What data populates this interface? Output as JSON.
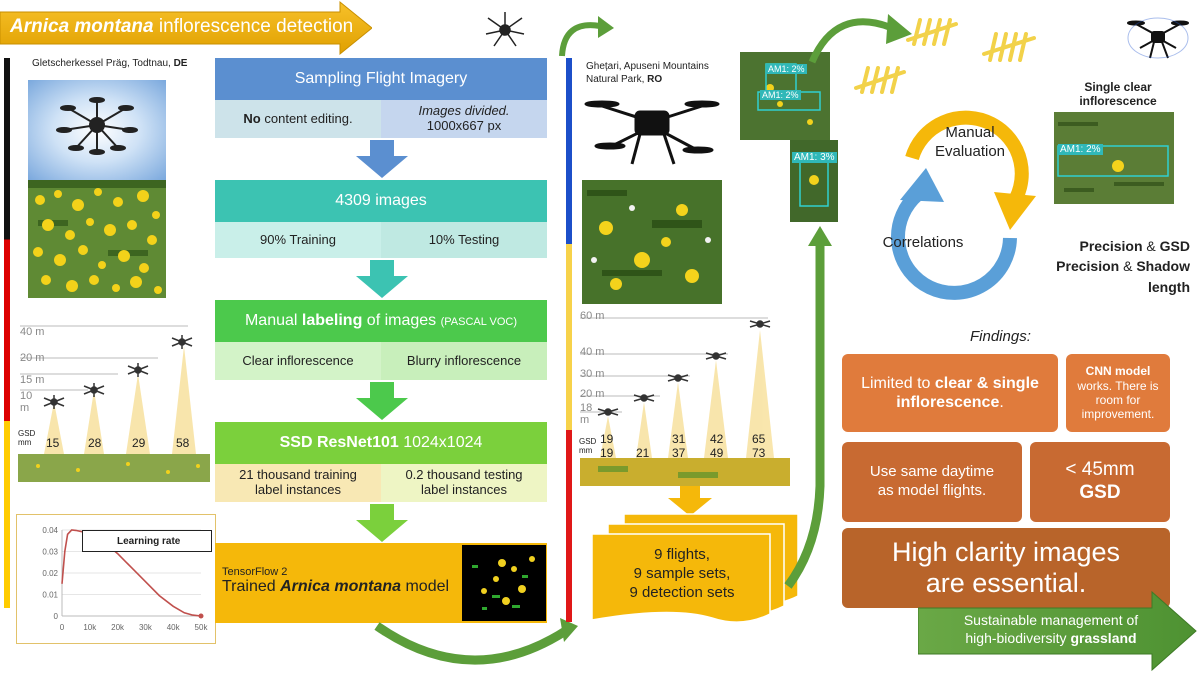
{
  "title": {
    "species": "Arnica montana",
    "rest": " inflorescence detection"
  },
  "site_de": {
    "location": "Gletscherkessel Präg, Todtnau,",
    "country": "DE"
  },
  "site_ro": {
    "location_line1": "Ghețari,  Apuseni Mountains",
    "location_line2": "Natural Park,",
    "country": "RO"
  },
  "altitude_de": {
    "heights": [
      "40 m",
      "20 m",
      "15 m",
      "10 m"
    ],
    "gsd_label": "GSD",
    "gsd_unit": "mm",
    "gsd_values": [
      "15",
      "28",
      "29",
      "58"
    ]
  },
  "altitude_ro": {
    "heights": [
      "60 m",
      "40 m",
      "30 m",
      "20 m",
      "18 m"
    ],
    "gsd_label": "GSD",
    "gsd_unit": "mm",
    "gsd_top": [
      "19",
      "31",
      "42",
      "65"
    ],
    "gsd_bottom": [
      "19",
      "21",
      "37",
      "49",
      "73"
    ]
  },
  "flow": {
    "step1": {
      "title": "Sampling Flight Imagery",
      "left_bold": "No",
      "left_rest": " content editing.",
      "right_line1": "Images divided.",
      "right_line2": "1000x667 px"
    },
    "step2": {
      "title": "4309 images",
      "left": "90% Training",
      "right": "10% Testing"
    },
    "step3": {
      "title_pre": "Manual ",
      "title_bold": "labeling",
      "title_post": " of images ",
      "title_small": "(PASCAL VOC)",
      "left": "Clear inflorescence",
      "right": "Blurry inflorescence"
    },
    "step4": {
      "title_bold": "SSD ResNet101",
      "title_post": "  1024x1024",
      "left_line1": "21 thousand training",
      "left_line2": "label instances",
      "right_line1": "0.2 thousand testing",
      "right_line2": "label instances"
    },
    "step5": {
      "line1": "TensorFlow 2",
      "line2_pre": "Trained ",
      "line2_bold": "Arnica montana",
      "line2_post": "  model"
    }
  },
  "chart_data": {
    "type": "line",
    "title": "",
    "legend": "Learning rate",
    "xlabel": "",
    "ylabel": "",
    "x_ticks": [
      "0",
      "10k",
      "20k",
      "30k",
      "40k",
      "50k"
    ],
    "y_ticks": [
      "0",
      "0.01",
      "0.02",
      "0.03",
      "0.04"
    ],
    "xlim": [
      0,
      50000
    ],
    "ylim": [
      0,
      0.04
    ],
    "series": [
      {
        "x": [
          0,
          1000,
          2000,
          3500,
          5000,
          8000,
          12000,
          16000,
          20000,
          25000,
          30000,
          35000,
          40000,
          44000,
          47000,
          50000
        ],
        "y": [
          0.015,
          0.03,
          0.038,
          0.04,
          0.0398,
          0.039,
          0.0368,
          0.0335,
          0.029,
          0.0225,
          0.016,
          0.0095,
          0.0045,
          0.0015,
          0.0004,
          0.0
        ]
      }
    ],
    "colors": {
      "line": "#c0504d"
    }
  },
  "ro_output": {
    "line1": "9 flights,",
    "line2": "9 sample sets,",
    "line3": "9 detection sets"
  },
  "detections": {
    "label_a": "AM1: 2%",
    "label_b": "AM1: 2%",
    "label_c": "AM1: 3%",
    "label_single": "AM1: 2%"
  },
  "cycle": {
    "manual_line1": "Manual",
    "manual_line2": "Evaluation",
    "correlations": "Correlations"
  },
  "single": {
    "line1": "Single clear",
    "line2": "inflorescence"
  },
  "precision": {
    "line1_bold1": "Precision",
    "line1_amp": " & ",
    "line1_bold2": "GSD",
    "line2_bold1": "Precision",
    "line2_amp": " & ",
    "line2_bold2": "Shadow",
    "line3": "length"
  },
  "findings": {
    "title": "Findings:",
    "f1_pre": "Limited to ",
    "f1_bold": "clear & single inflorescence",
    "f1_post": ".",
    "f2_bold": "CNN model",
    "f2_rest": " works. There is room for improvement.",
    "f3_line1": "Use same daytime",
    "f3_line2": "as model flights.",
    "f4_line1": "< 45mm",
    "f4_line2": "GSD",
    "f5_line1": "High clarity images",
    "f5_line2": "are essential."
  },
  "sustain": {
    "line1": "Sustainable management of",
    "line2_pre": "high-biodiversity ",
    "line2_bold": "grassland"
  },
  "colors": {
    "blue_head": "#5b8fd0",
    "blue_sub": "#c5d6ee",
    "teal_head": "#3cc3b2",
    "teal_sub": "#c9efe9",
    "green_head": "#4cc94c",
    "green_sub": "#d3f3c8",
    "lime_head": "#7bd03c",
    "orange_head": "#f2b705",
    "brown": "#b8642a",
    "dark_orange": "#c7652a",
    "arrow_green": "#5c9e3a"
  }
}
